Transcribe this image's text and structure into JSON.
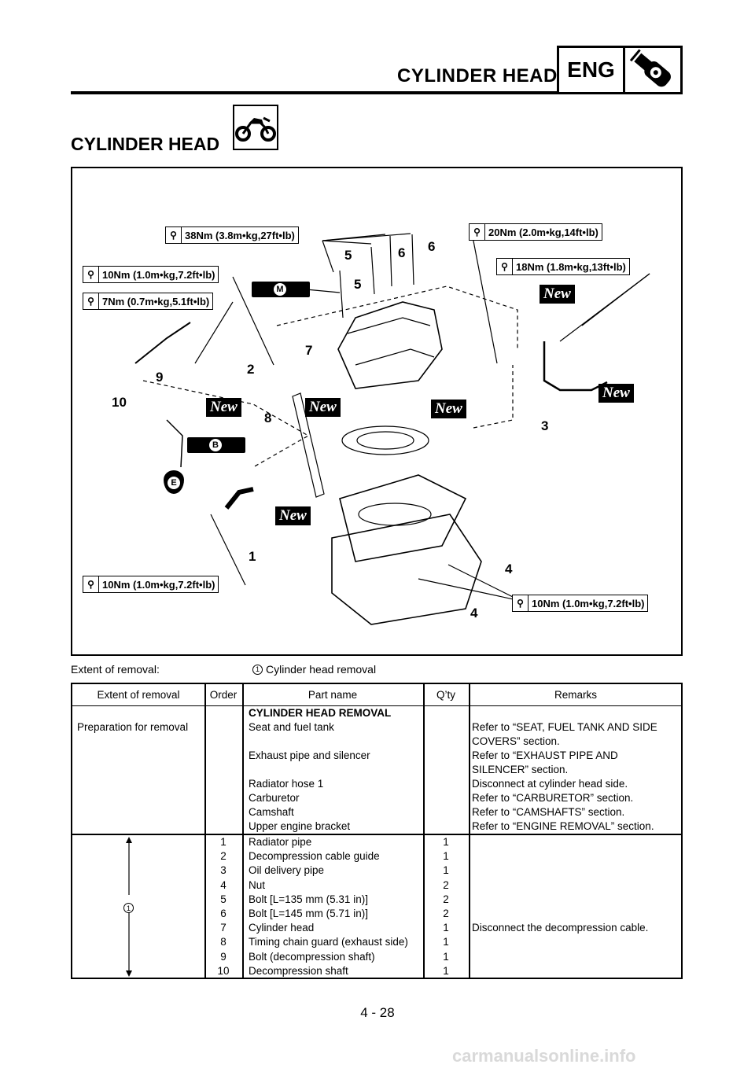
{
  "header": {
    "title": "CYLINDER HEAD",
    "badge": "ENG"
  },
  "section_title": "CYLINDER HEAD",
  "diagram": {
    "torques": [
      "38Nm (3.8m•kg,27ft•lb)",
      "20Nm (2.0m•kg,14ft•lb)",
      "10Nm (1.0m•kg,7.2ft•lb)",
      "18Nm (1.8m•kg,13ft•lb)",
      "7Nm (0.7m•kg,5.1ft•lb)",
      "10Nm (1.0m•kg,7.2ft•lb)",
      "10Nm (1.0m•kg,7.2ft•lb)"
    ],
    "new_label": "New",
    "lube_m": "M",
    "lube_b": "B",
    "lube_e": "E",
    "numbers": [
      "5",
      "6",
      "6",
      "5",
      "7",
      "2",
      "9",
      "10",
      "8",
      "3",
      "1",
      "4",
      "4"
    ]
  },
  "extent": {
    "label": "Extent of removal:",
    "marker": "1",
    "value": "Cylinder head removal"
  },
  "table": {
    "headers": [
      "Extent of removal",
      "Order",
      "Part name",
      "Q’ty",
      "Remarks"
    ],
    "prep": {
      "extent": "Preparation for removal",
      "title": "CYLINDER HEAD REMOVAL",
      "parts": [
        "Seat and fuel tank",
        "",
        "Exhaust pipe and silencer",
        "",
        "Radiator hose 1",
        "Carburetor",
        "Camshaft",
        "Upper engine bracket"
      ],
      "remarks": [
        "Refer to “SEAT, FUEL TANK AND SIDE",
        "COVERS” section.",
        "Refer to “EXHAUST PIPE AND",
        "SILENCER” section.",
        "Disconnect at cylinder head side.",
        "Refer to “CARBURETOR” section.",
        "Refer to “CAMSHAFTS” section.",
        "Refer to “ENGINE REMOVAL” section."
      ]
    },
    "extent_marker": "1",
    "rows": [
      {
        "order": "1",
        "part": "Radiator pipe",
        "qty": "1",
        "remark": ""
      },
      {
        "order": "2",
        "part": "Decompression cable guide",
        "qty": "1",
        "remark": ""
      },
      {
        "order": "3",
        "part": "Oil delivery pipe",
        "qty": "1",
        "remark": ""
      },
      {
        "order": "4",
        "part": "Nut",
        "qty": "2",
        "remark": ""
      },
      {
        "order": "5",
        "part": "Bolt [L=135 mm (5.31 in)]",
        "qty": "2",
        "remark": ""
      },
      {
        "order": "6",
        "part": "Bolt [L=145 mm (5.71 in)]",
        "qty": "2",
        "remark": ""
      },
      {
        "order": "7",
        "part": "Cylinder head",
        "qty": "1",
        "remark": "Disconnect the decompression cable."
      },
      {
        "order": "8",
        "part": "Timing chain guard (exhaust side)",
        "qty": "1",
        "remark": ""
      },
      {
        "order": "9",
        "part": "Bolt (decompression shaft)",
        "qty": "1",
        "remark": ""
      },
      {
        "order": "10",
        "part": "Decompression shaft",
        "qty": "1",
        "remark": ""
      }
    ]
  },
  "page_number": "4 - 28",
  "watermark": "carmanualsonline.info"
}
